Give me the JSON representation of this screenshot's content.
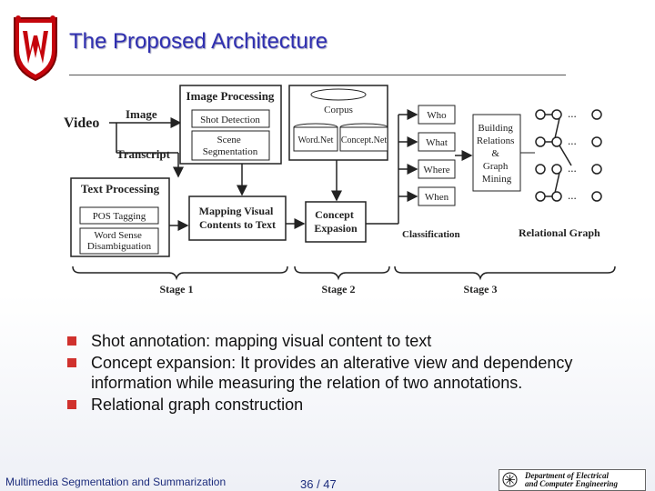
{
  "slide": {
    "title": "The Proposed Architecture"
  },
  "diagram": {
    "input_video": "Video",
    "input_image": "Image",
    "input_transcript": "Transcript",
    "image_processing": {
      "title": "Image Processing",
      "items": [
        "Shot Detection",
        "Scene Segmentation"
      ]
    },
    "text_processing": {
      "title": "Text Processing",
      "items": [
        "POS Tagging",
        "Word Sense Disambiguation"
      ]
    },
    "mapping": "Mapping Visual Contents to Text",
    "corpus": {
      "label": "Corpus",
      "sources": [
        "Word.Net",
        "Concept.Net"
      ]
    },
    "concept_expansion": "Concept Expasion",
    "classes": [
      "Who",
      "What",
      "Where",
      "When"
    ],
    "classification": "Classification",
    "building": "Building Relations & Graph Mining",
    "relational_graph": "Relational Graph",
    "ellipsis": "...",
    "stages": [
      "Stage 1",
      "Stage 2",
      "Stage 3"
    ]
  },
  "bullets": [
    "Shot annotation: mapping visual content to text",
    "Concept expansion: It provides an alterative view and dependency information while measuring the relation of two annotations.",
    "Relational graph construction"
  ],
  "footer": {
    "course": "Multimedia Segmentation and Summarization",
    "page": "36 / 47",
    "dept_line1": "Department of Electrical",
    "dept_line2": "and Computer Engineering"
  },
  "colors": {
    "title": "#2f2fb0",
    "bullet": "#d0312d",
    "logo_red": "#c5050c"
  },
  "icons": [
    "university-crest-icon",
    "department-seal-icon"
  ]
}
